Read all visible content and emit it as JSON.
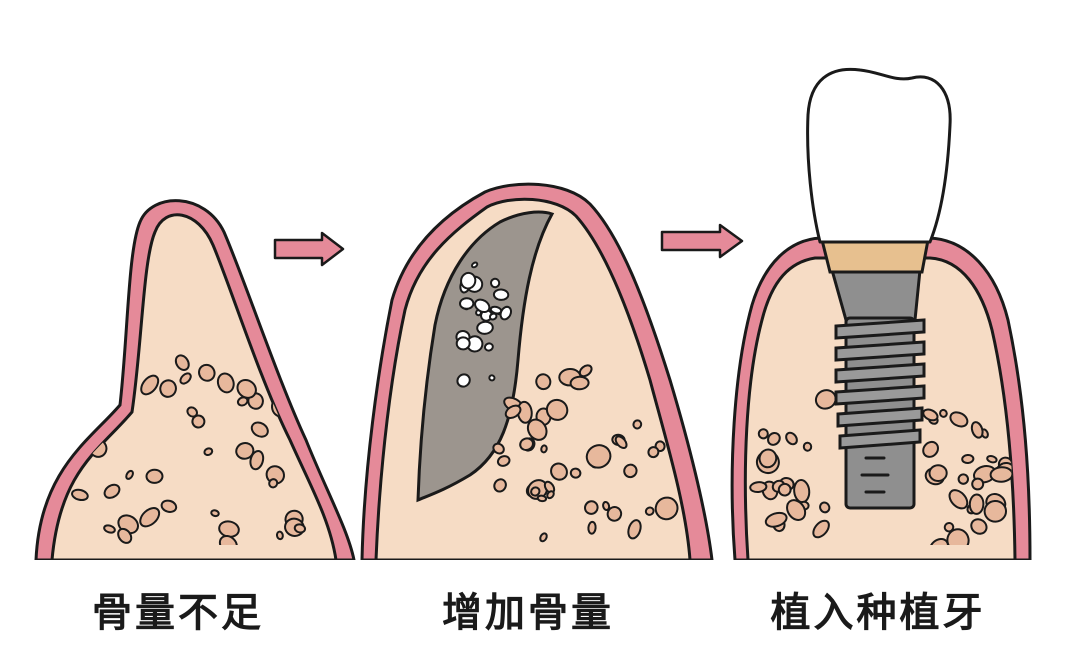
{
  "steps": [
    {
      "label": "骨量不足",
      "icon": "bone-deficient-ridge"
    },
    {
      "label": "增加骨量",
      "icon": "bone-graft-ridge"
    },
    {
      "label": "植入种植牙",
      "icon": "dental-implant-ridge"
    }
  ],
  "arrows": [
    {
      "icon": "right-arrow"
    },
    {
      "icon": "right-arrow"
    }
  ],
  "colors": {
    "gum": "#e58a99",
    "bone": "#f6dcc5",
    "granule": "#e7b89c",
    "graft": "#9c958e",
    "implant": "#8f8f8f",
    "abutment": "#e7c08f",
    "crown": "#ffffff",
    "outline": "#1a1a1a"
  }
}
